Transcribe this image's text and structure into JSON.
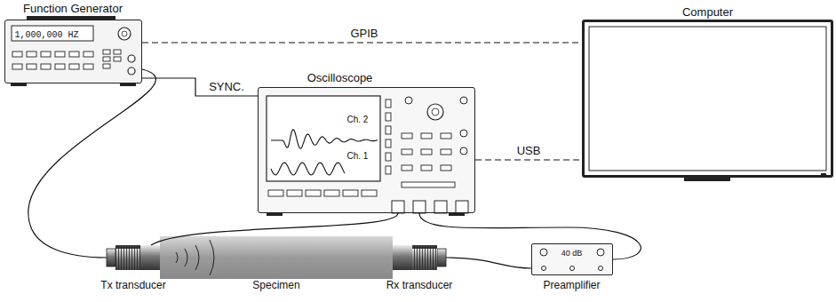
{
  "diagram": {
    "nodes": [
      {
        "text": [
          "Function Generator",
          "1,000,000 HZ"
        ]
      },
      {
        "text": [
          "Oscilloscope",
          "Ch. 2",
          "Ch. 1"
        ]
      },
      {
        "text": [
          "Computer"
        ]
      },
      {
        "text": [
          "Tx transducer"
        ]
      },
      {
        "text": [
          "Specimen"
        ]
      },
      {
        "text": [
          "Rx transducer"
        ]
      },
      {
        "text": [
          "Preamplifier",
          "40 dB"
        ]
      }
    ],
    "edges": [
      {
        "from": 0,
        "to": 2,
        "arrow": "none",
        "label": "GPIB"
      },
      {
        "from": 0,
        "to": 1,
        "arrow": "none",
        "label": "SYNC."
      },
      {
        "from": 1,
        "to": 2,
        "arrow": "none",
        "label": "USB"
      },
      {
        "from": 0,
        "to": 3,
        "arrow": "none"
      },
      {
        "from": 1,
        "to": 3,
        "arrow": "none"
      },
      {
        "from": 5,
        "to": 6,
        "arrow": "none"
      },
      {
        "from": 6,
        "to": 1,
        "arrow": "none"
      }
    ]
  }
}
